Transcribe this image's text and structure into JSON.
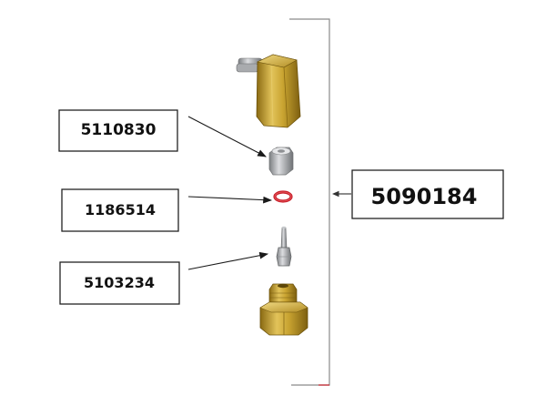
{
  "assembly": {
    "part_number": "5090184"
  },
  "callouts": [
    {
      "part_number": "5110830",
      "component": "bushing"
    },
    {
      "part_number": "1186514",
      "component": "o-ring"
    },
    {
      "part_number": "5103234",
      "component": "needle"
    }
  ],
  "colors": {
    "brass": "#c9a431",
    "steel": "#b4b6b8",
    "seal": "#c8202a",
    "bracket": "#8a8a8a"
  }
}
